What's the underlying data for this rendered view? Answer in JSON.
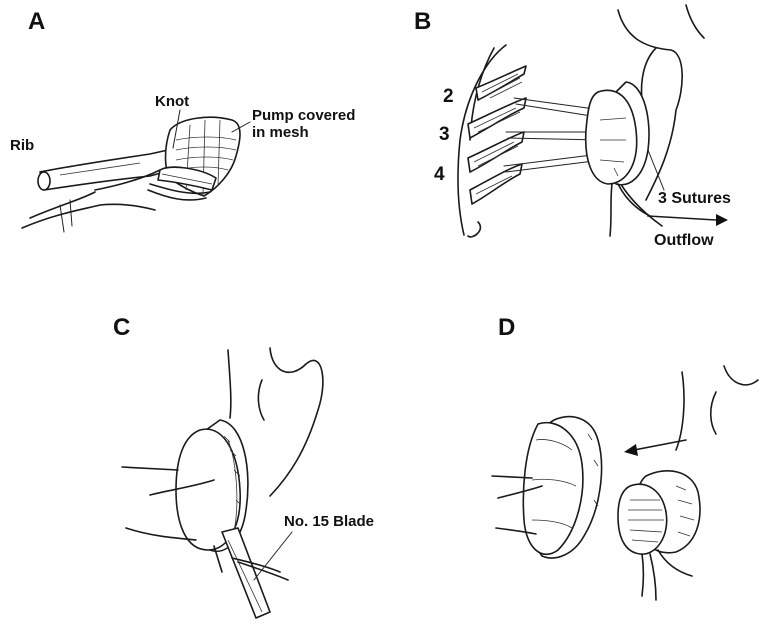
{
  "panels": {
    "a": {
      "letter": "A",
      "labels": {
        "rib": "Rib",
        "knot": "Knot",
        "pump": "Pump covered\nin mesh"
      }
    },
    "b": {
      "letter": "B",
      "labels": {
        "rib2": "2",
        "rib3": "3",
        "rib4": "4",
        "sutures": "3 Sutures",
        "outflow": "Outflow"
      }
    },
    "c": {
      "letter": "C",
      "labels": {
        "blade": "No. 15 Blade"
      }
    },
    "d": {
      "letter": "D"
    }
  }
}
